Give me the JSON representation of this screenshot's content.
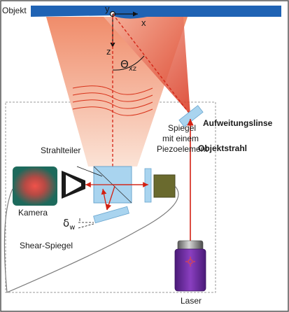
{
  "labels": {
    "object": "Objekt",
    "axis_y": "y",
    "axis_x": "x",
    "axis_z": "z",
    "theta_symbol": "Θ",
    "theta_subscript": "xz",
    "expansion_lens": "Aufweitungslinse",
    "mirror_line1": "Spiegel",
    "mirror_line2": "mit einem",
    "mirror_line3": "Piezoelement",
    "object_beam": "Objektstrahl",
    "beam_splitter": "Strahlteiler",
    "camera": "Kamera",
    "delta_symbol": "δ",
    "delta_subscript": "w",
    "shear_mirror": "Shear-Spiegel",
    "laser": "Laser"
  },
  "colors": {
    "object_bar": "#1f63b4",
    "beam_light": "#f7c8b4",
    "beam_mid": "#ee8d6a",
    "beam_dark": "#d83a1c",
    "laser_line": "#d32012",
    "optic_blue": "#a9d4ef",
    "camera_green": "#1d6a5c",
    "camera_spot": "#e5433a",
    "piezo_olive": "#6a6a2e",
    "laser_purple": "#6b2a9a"
  }
}
